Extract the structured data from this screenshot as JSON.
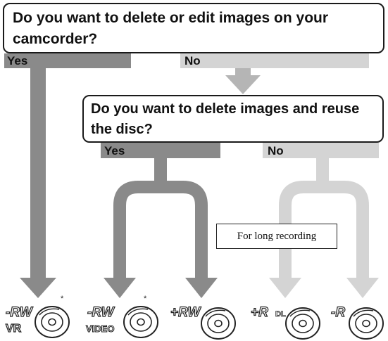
{
  "question1": "Do you want to delete or edit images on your camcorder?",
  "question2": "Do you want to delete images and reuse the disc?",
  "q1_yes": "Yes",
  "q1_no": "No",
  "q2_yes": "Yes",
  "q2_no": "No",
  "note": "For long recording",
  "asterisk": "*",
  "discs": [
    {
      "line1": "-RW",
      "line2": "VR",
      "asterisk": true
    },
    {
      "line1": "-RW",
      "line2": "VIDEO",
      "asterisk": true
    },
    {
      "line1": "+RW",
      "line2": "",
      "asterisk": false
    },
    {
      "line1": "+R",
      "line2": "DL",
      "asterisk": false
    },
    {
      "line1": "-R",
      "line2": "",
      "asterisk": false
    }
  ],
  "colors": {
    "dark": "#8a8a8a",
    "medium": "#b5b5b5",
    "light": "#d4d4d4",
    "border": "#1a1a1a"
  }
}
